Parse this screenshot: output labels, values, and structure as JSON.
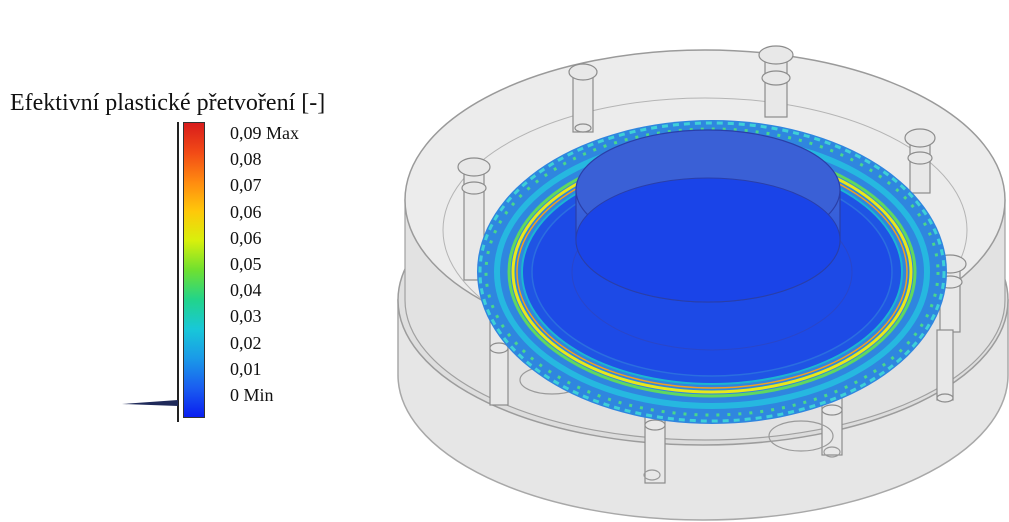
{
  "legend": {
    "title": "Efektivní plastické přetvoření [-]",
    "labels": [
      "0,09 Max",
      "0,08",
      "0,07",
      "0,06",
      "0,06",
      "0,05",
      "0,04",
      "0,03",
      "0,02",
      "0,01",
      "0 Min"
    ],
    "colors": [
      "#d81c1c",
      "#f24a16",
      "#ff8a10",
      "#ffc80a",
      "#d8f00c",
      "#6fe030",
      "#22d48a",
      "#18c8d8",
      "#1a9ae8",
      "#1a5ef0",
      "#0a1ef0"
    ]
  },
  "scene": {
    "die_color": "#c8c8c8",
    "sheet_outer_color": "#1e7ae0",
    "sheet_inner_color": "#1a3ee8",
    "punch_color": "#1a52e6",
    "strain_ring_color": "#e8e81a"
  }
}
